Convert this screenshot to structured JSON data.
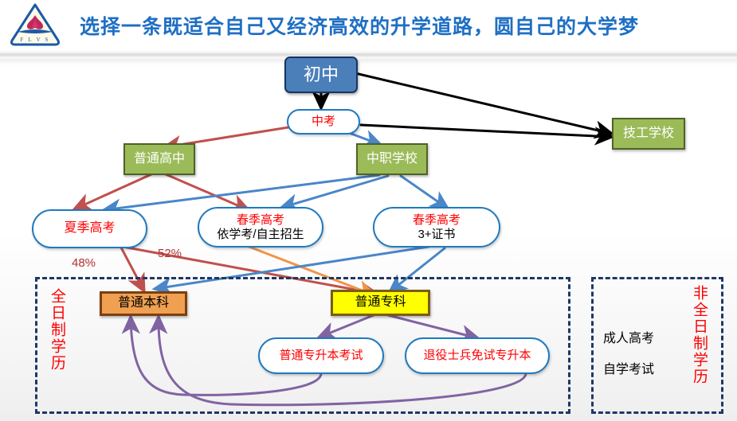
{
  "header": {
    "title": "选择一条既适合自己又经济高效的升学道路，圆自己的大学梦",
    "logo_text": "F L V S",
    "title_color": "#1f6fc4"
  },
  "diagram": {
    "type": "flowchart",
    "nodes": [
      {
        "id": "chuzhong",
        "label": "初中",
        "style": "rect-blue",
        "text_color": "#ffffff",
        "fill": "#4a7fba",
        "border": "#17365d"
      },
      {
        "id": "zhongkao",
        "label": "中考",
        "style": "pill",
        "text_color": "#ff0000",
        "fill": "#ffffff",
        "border": "#1f7ac0"
      },
      {
        "id": "putonggz",
        "label": "普通高中",
        "style": "rect-green",
        "text_color": "#ffffff",
        "fill": "#9bbb59",
        "border": "#4f6228"
      },
      {
        "id": "zhongzhi",
        "label": "中职学校",
        "style": "rect-green",
        "text_color": "#ffffff",
        "fill": "#9bbb59",
        "border": "#4f6228"
      },
      {
        "id": "jigong",
        "label": "技工学校",
        "style": "rect-green",
        "text_color": "#ffffff",
        "fill": "#9bbb59",
        "border": "#4f6228"
      },
      {
        "id": "xiajigaokao",
        "label": "夏季高考",
        "style": "pill",
        "text_color": "#ff0000",
        "fill": "#ffffff",
        "border": "#1f7ac0"
      },
      {
        "id": "chunji1",
        "label": "春季高考",
        "label2": "依学考/自主招生",
        "style": "pill",
        "text_color": "#ff0000",
        "text_color2": "#000000",
        "fill": "#ffffff",
        "border": "#1f7ac0"
      },
      {
        "id": "chunji2",
        "label": "春季高考",
        "label2": "3+证书",
        "style": "pill",
        "text_color": "#ff0000",
        "text_color2": "#000000",
        "fill": "#ffffff",
        "border": "#1f7ac0"
      },
      {
        "id": "benke",
        "label": "普通本科",
        "style": "rect-orange",
        "text_color": "#000000",
        "fill": "#f0a051",
        "border": "#7b3f10"
      },
      {
        "id": "zhuanke",
        "label": "普通专科",
        "style": "rect-yellow",
        "text_color": "#000000",
        "fill": "#ffff00",
        "border": "#7b5c10"
      },
      {
        "id": "zhuanshengben",
        "label": "普通专升本考试",
        "style": "pill",
        "text_color": "#ff0000",
        "fill": "#ffffff",
        "border": "#1f7ac0"
      },
      {
        "id": "tuiyi",
        "label": "退役士兵免试专升本",
        "style": "pill",
        "text_color": "#ff0000",
        "fill": "#ffffff",
        "border": "#1f7ac0"
      }
    ],
    "edge_labels": [
      {
        "id": "pct48",
        "text": "48%",
        "color": "#b03030"
      },
      {
        "id": "pct52",
        "text": "52%",
        "color": "#b03030"
      }
    ],
    "panels": [
      {
        "id": "fulltime",
        "vertical_label": "全日制学历",
        "vertical_label_color": "#ff0000",
        "items": []
      },
      {
        "id": "parttime",
        "vertical_label": "非全日制学历",
        "vertical_label_color": "#ff0000",
        "items": [
          "成人高考",
          "自学考试"
        ]
      }
    ],
    "edge_colors": {
      "black": "#000000",
      "red": "#c0504d",
      "blue": "#4a86c8",
      "orange": "#f0954a",
      "purple": "#8064a2"
    }
  }
}
